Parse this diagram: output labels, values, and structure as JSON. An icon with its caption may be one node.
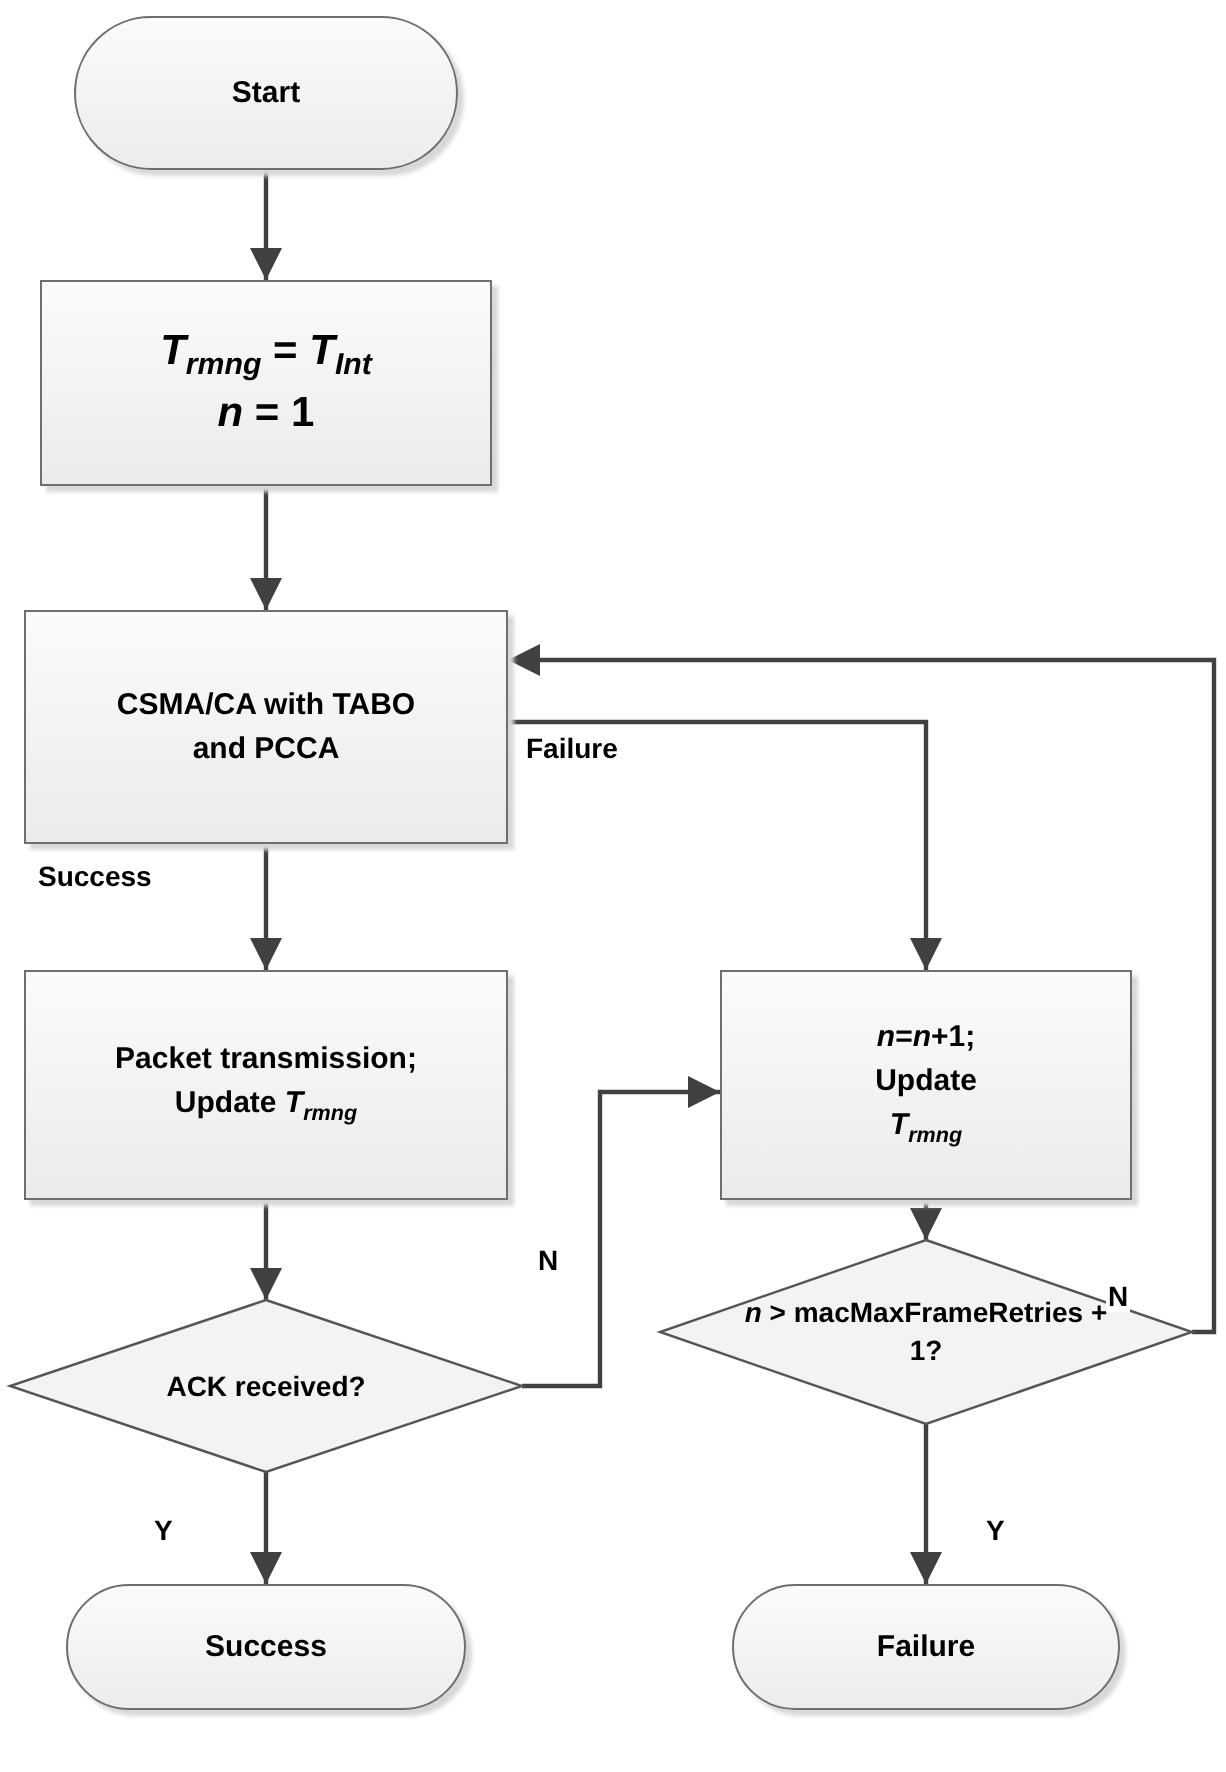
{
  "diagram": {
    "nodes": [
      {
        "text": [
          "Start"
        ]
      },
      {
        "text": [
          "*T*$_{rmng}$ = *T*$_{Int}$",
          "*n* = 1"
        ]
      },
      {
        "text": [
          "CSMA/CA with TABO and PCCA"
        ]
      },
      {
        "text": [
          "Packet transmission; Update *T*$_{rmng}$"
        ]
      },
      {
        "text": [
          "ACK received?"
        ]
      },
      {
        "text": [
          "Success"
        ]
      },
      {
        "text": [
          "*n*=*n*+1; Update *T*$_{rmng}$"
        ]
      },
      {
        "text": [
          "*n* > macMaxFrameRetries + 1?"
        ]
      },
      {
        "text": [
          "Failure"
        ]
      }
    ],
    "edges": [
      {
        "from": 0,
        "to": 1,
        "arrow": "to"
      },
      {
        "from": 1,
        "to": 2,
        "arrow": "to"
      },
      {
        "from": 2,
        "to": 3,
        "arrow": "to",
        "label": "Success"
      },
      {
        "from": 2,
        "to": 6,
        "arrow": "to",
        "label": "Failure"
      },
      {
        "from": 3,
        "to": 4,
        "arrow": "to"
      },
      {
        "from": 4,
        "to": 6,
        "arrow": "to",
        "label": "N"
      },
      {
        "from": 4,
        "to": 5,
        "arrow": "to",
        "label": "Y"
      },
      {
        "from": 6,
        "to": 7,
        "arrow": "to"
      },
      {
        "from": 7,
        "to": 8,
        "arrow": "to",
        "label": "Y"
      },
      {
        "from": 7,
        "to": 2,
        "arrow": "to",
        "label": "N"
      }
    ]
  }
}
